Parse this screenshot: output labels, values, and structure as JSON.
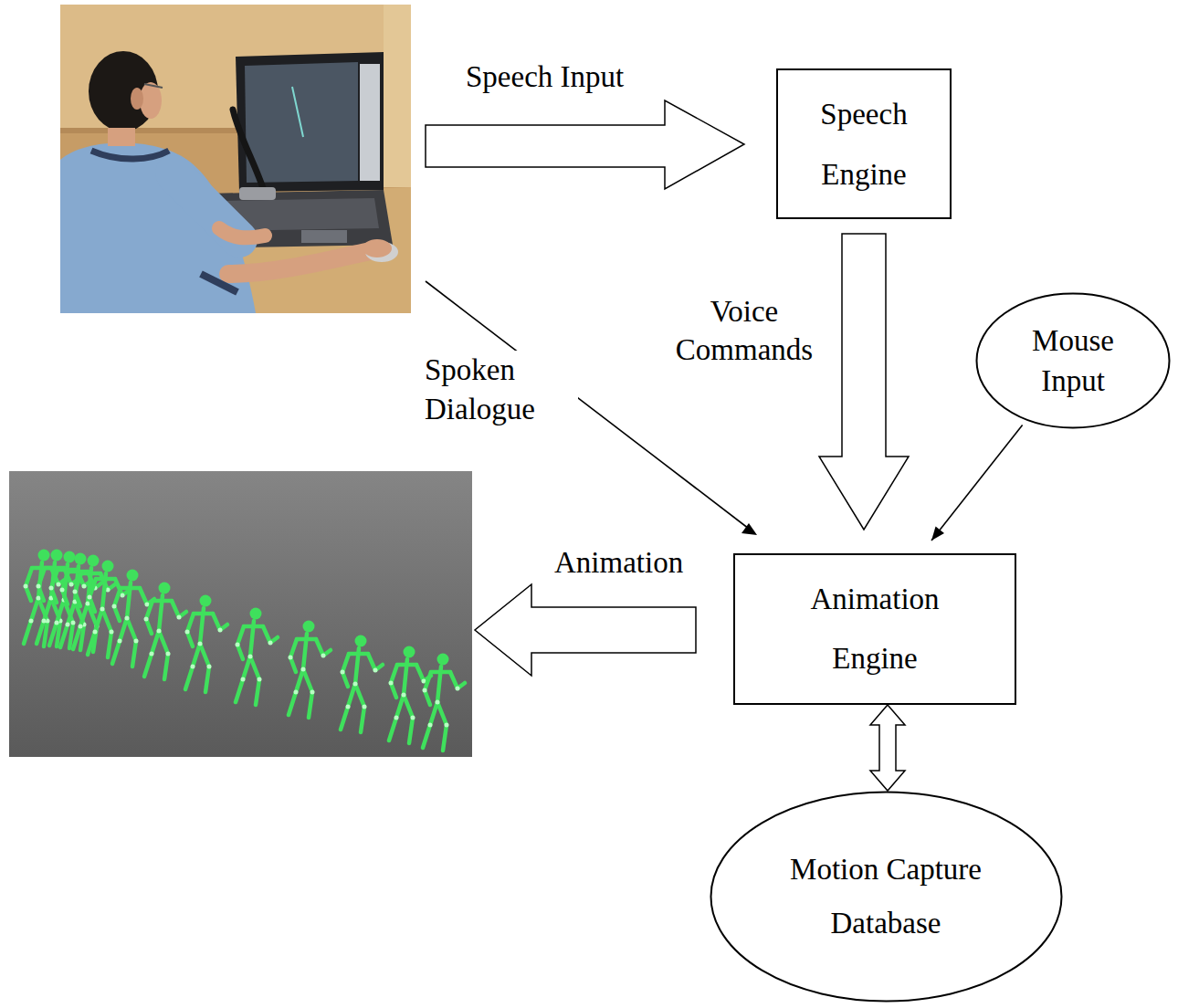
{
  "diagram": {
    "nodes": [
      {
        "text": [
          "Speech Engine"
        ]
      },
      {
        "text": [
          "Mouse Input"
        ]
      },
      {
        "text": [
          "Animation Engine"
        ]
      },
      {
        "text": [
          "Motion Capture Database"
        ]
      }
    ],
    "edges": [
      {
        "from": 0,
        "to": 2,
        "arrow": "to",
        "label": "Voice Commands"
      },
      {
        "from": 1,
        "to": 2,
        "arrow": "to"
      },
      {
        "from": 2,
        "to": 3,
        "arrow": "both"
      }
    ],
    "labels": [
      "Speech Input",
      "Spoken Dialogue",
      "Animation"
    ]
  }
}
